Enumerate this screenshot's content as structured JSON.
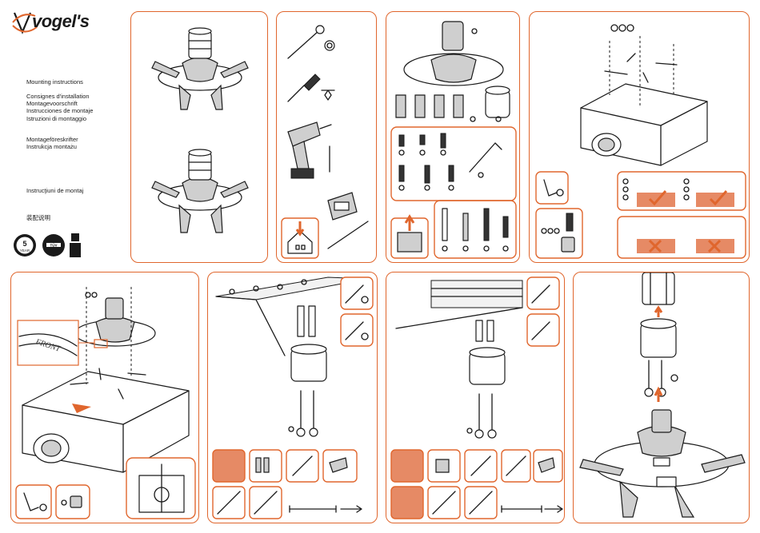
{
  "brand": {
    "name": "vogel's",
    "accent_color": "#e0662d"
  },
  "titles": {
    "line1": "Mounting instructions",
    "group2": [
      "Consignes d'installation",
      "Montagevoorschrift",
      "Instrucciones de montaje",
      "Istruzioni di montaggio"
    ],
    "group3": [
      "Montageföreskrifter",
      "Instrukcja montażu"
    ],
    "line4": "Instrucţiuni de montaj",
    "line5": "装配说明"
  },
  "certifications": {
    "guarantee_years": "5",
    "guarantee_word": "YEAR",
    "tuv_label": "TÜV",
    "icons": [
      "guarantee-icon",
      "tuv-icon",
      "recycle-icon"
    ]
  },
  "labels": {
    "front": "FRONT"
  },
  "icons": [
    "screwdriver-icon",
    "drill-icon",
    "pencil-icon",
    "allen-key-icon",
    "check-icon",
    "cross-icon",
    "house-icon",
    "arrow-icon"
  ]
}
